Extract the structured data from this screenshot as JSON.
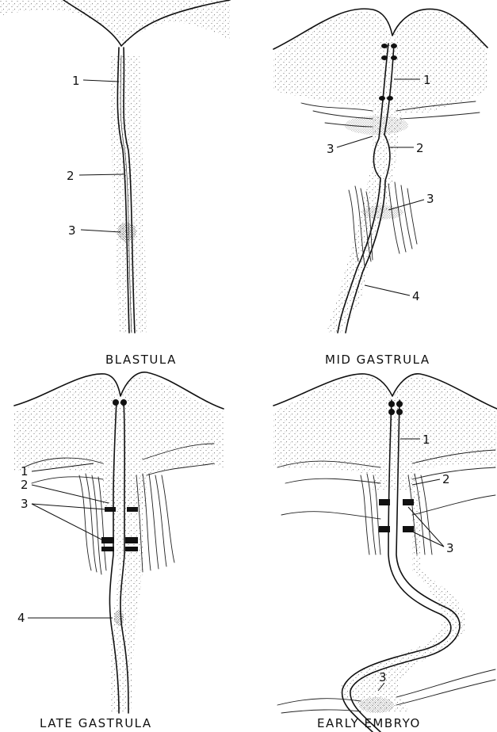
{
  "figure": {
    "panels": [
      {
        "id": "blastula",
        "caption": "BLASTULA",
        "labels": [
          {
            "id": "l1",
            "text": "1"
          },
          {
            "id": "l2",
            "text": "2"
          },
          {
            "id": "l3",
            "text": "3"
          }
        ]
      },
      {
        "id": "mid-gastrula",
        "caption": "MID GASTRULA",
        "labels": [
          {
            "id": "l1",
            "text": "1"
          },
          {
            "id": "l3a",
            "text": "3"
          },
          {
            "id": "l2",
            "text": "2"
          },
          {
            "id": "l3b",
            "text": "3"
          },
          {
            "id": "l4",
            "text": "4"
          }
        ]
      },
      {
        "id": "late-gastrula",
        "caption": "LATE GASTRULA",
        "labels": [
          {
            "id": "l1",
            "text": "1"
          },
          {
            "id": "l2",
            "text": "2"
          },
          {
            "id": "l3",
            "text": "3"
          },
          {
            "id": "l4",
            "text": "4"
          }
        ]
      },
      {
        "id": "early-embryo",
        "caption": "EARLY EMBRYO",
        "labels": [
          {
            "id": "l1",
            "text": "1"
          },
          {
            "id": "l2",
            "text": "2"
          },
          {
            "id": "l3a",
            "text": "3"
          },
          {
            "id": "l3b",
            "text": "3"
          }
        ]
      }
    ]
  }
}
